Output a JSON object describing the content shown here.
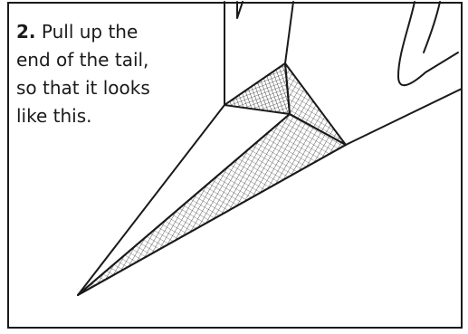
{
  "instruction": {
    "step_number": "2.",
    "lines": [
      "Pull up the",
      "end of the tail,",
      "so that it looks",
      "like this."
    ]
  },
  "colors": {
    "ink": "#1a1a1a",
    "paper": "#ffffff"
  }
}
